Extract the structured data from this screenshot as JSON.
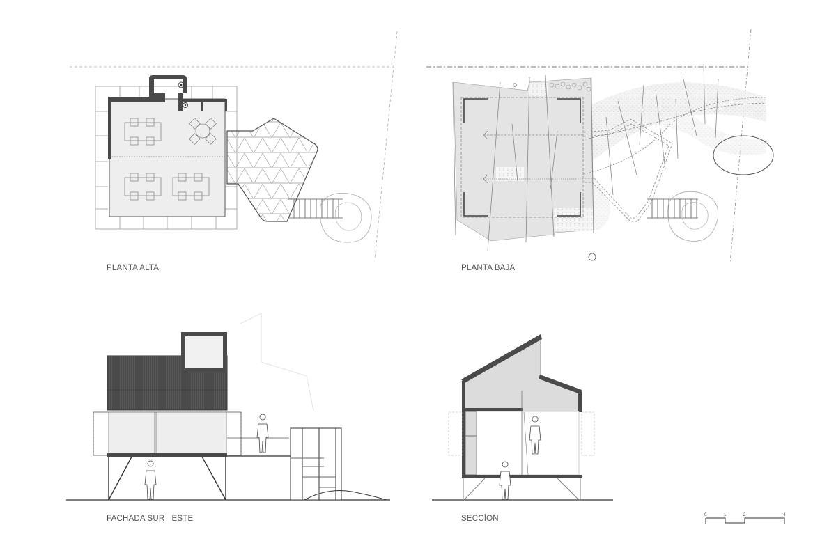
{
  "sheet": {
    "background": "#ffffff",
    "line_color": "#333333",
    "fill_light": "#e6e6e6",
    "fill_dark": "#4a4a4a"
  },
  "drawings": {
    "planta_alta": {
      "label": "PLANTA ALTA"
    },
    "planta_baja": {
      "label": "PLANTA BAJA"
    },
    "fachada": {
      "label": "FACHADA SUR   ESTE"
    },
    "seccion": {
      "label": "SECCÍON"
    }
  },
  "scale_bar": {
    "ticks": [
      "0",
      "1",
      "2",
      "4"
    ]
  }
}
